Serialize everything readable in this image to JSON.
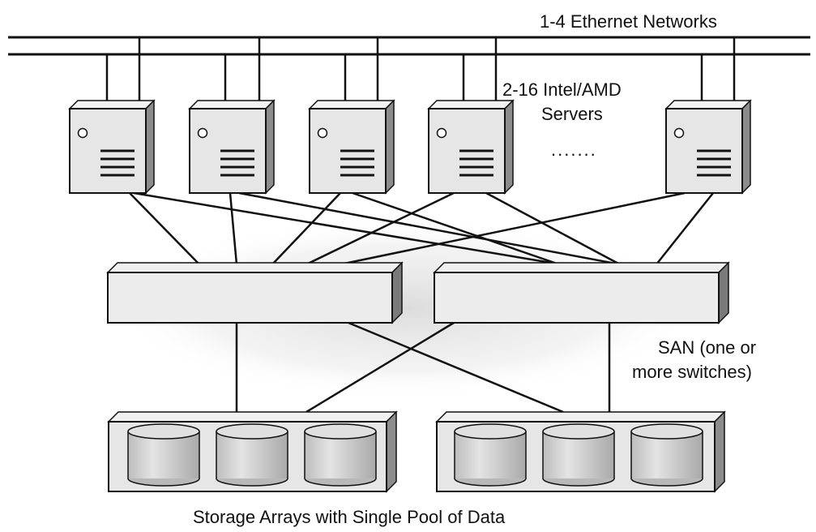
{
  "labels": {
    "ethernet": "1-4 Ethernet Networks",
    "servers_line1": "2-16 Intel/AMD",
    "servers_line2": "Servers",
    "ellipsis": ".......",
    "san_line1": "SAN (one or",
    "san_line2": "more switches)",
    "storage": "Storage Arrays with Single Pool of Data"
  },
  "counts": {
    "ethernet_networks": 2,
    "servers_drawn": 5,
    "switches": 2,
    "storage_arrays": 2,
    "disks_per_array": 3
  },
  "icons": {
    "server": "server-icon",
    "switch": "switch-icon",
    "storage_array": "storage-array-icon",
    "disk": "disk-cylinder-icon"
  },
  "colors": {
    "line": "#111111",
    "box_front": "#e6e6e6",
    "box_side": "#8c8c8c",
    "switch_front": "#ececec",
    "disk_body": "#d4d4d4",
    "background": "#ffffff"
  }
}
